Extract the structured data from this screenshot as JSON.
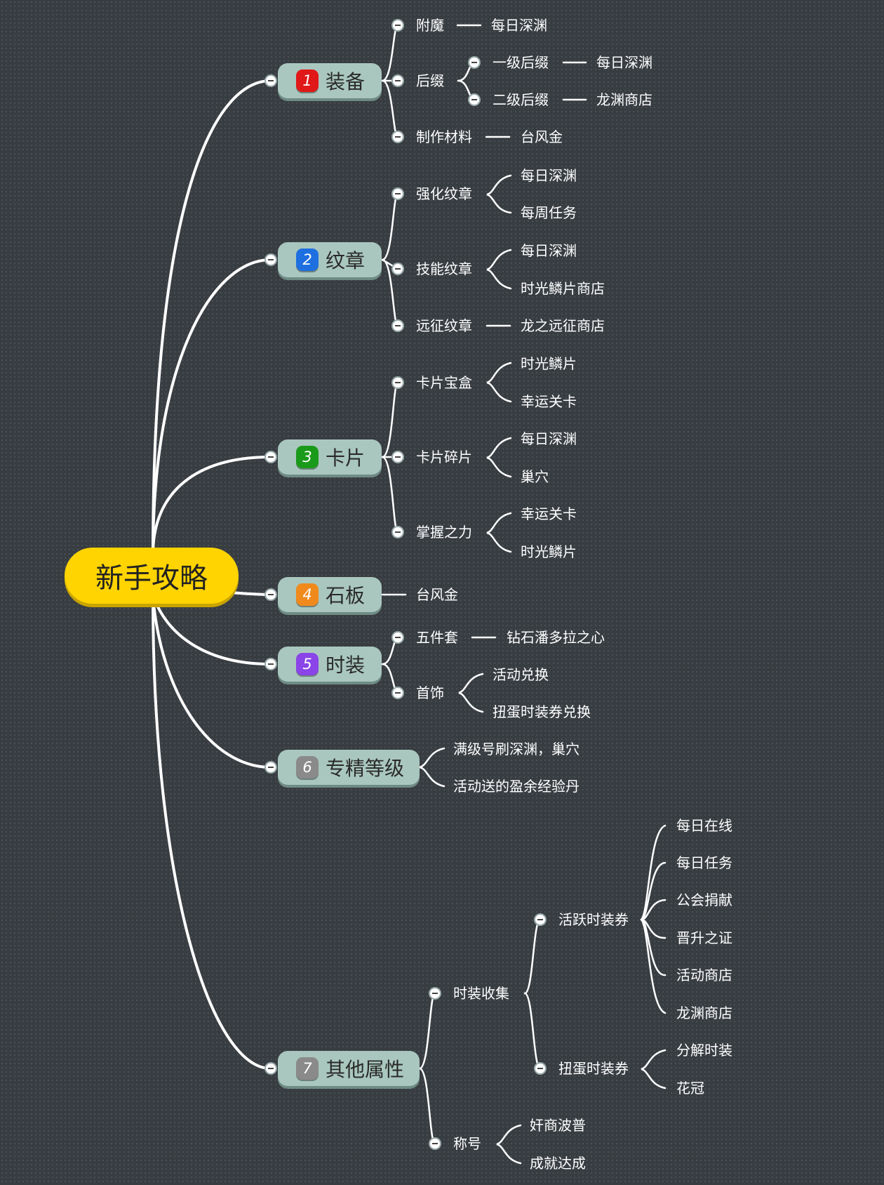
{
  "root": "新手攻略",
  "branches": [
    {
      "num": "1",
      "label": "装备",
      "color": "#e01818"
    },
    {
      "num": "2",
      "label": "纹章",
      "color": "#1e6fe0"
    },
    {
      "num": "3",
      "label": "卡片",
      "color": "#1a9a1a"
    },
    {
      "num": "4",
      "label": "石板",
      "color": "#f08a1c"
    },
    {
      "num": "5",
      "label": "时装",
      "color": "#8a44e8"
    },
    {
      "num": "6",
      "label": "专精等级",
      "color": "#8a8a8a"
    },
    {
      "num": "7",
      "label": "其他属性",
      "color": "#8a8a8a"
    }
  ],
  "nodes": [
    {
      "id": "fumo",
      "text": "附魔"
    },
    {
      "id": "fumo_src",
      "text": "每日深渊"
    },
    {
      "id": "houzhui",
      "text": "后缀"
    },
    {
      "id": "hz1",
      "text": "一级后缀"
    },
    {
      "id": "hz1_src",
      "text": "每日深渊"
    },
    {
      "id": "hz2",
      "text": "二级后缀"
    },
    {
      "id": "hz2_src",
      "text": "龙渊商店"
    },
    {
      "id": "zhizuo",
      "text": "制作材料"
    },
    {
      "id": "zhizuo_src",
      "text": "台风金"
    },
    {
      "id": "qhwz",
      "text": "强化纹章"
    },
    {
      "id": "qhwz_a",
      "text": "每日深渊"
    },
    {
      "id": "qhwz_b",
      "text": "每周任务"
    },
    {
      "id": "jnwz",
      "text": "技能纹章"
    },
    {
      "id": "jnwz_a",
      "text": "每日深渊"
    },
    {
      "id": "jnwz_b",
      "text": "时光鳞片商店"
    },
    {
      "id": "yzwz",
      "text": "远征纹章"
    },
    {
      "id": "yzwz_src",
      "text": "龙之远征商店"
    },
    {
      "id": "kpbh",
      "text": "卡片宝盒"
    },
    {
      "id": "kpbh_a",
      "text": "时光鳞片"
    },
    {
      "id": "kpbh_b",
      "text": "幸运关卡"
    },
    {
      "id": "kpsp",
      "text": "卡片碎片"
    },
    {
      "id": "kpsp_a",
      "text": "每日深渊"
    },
    {
      "id": "kpsp_b",
      "text": "巢穴"
    },
    {
      "id": "zwzl",
      "text": "掌握之力"
    },
    {
      "id": "zwzl_a",
      "text": "幸运关卡"
    },
    {
      "id": "zwzl_b",
      "text": "时光鳞片"
    },
    {
      "id": "shiban_src",
      "text": "台风金"
    },
    {
      "id": "wjt",
      "text": "五件套"
    },
    {
      "id": "wjt_src",
      "text": "钻石潘多拉之心"
    },
    {
      "id": "shoushi",
      "text": "首饰"
    },
    {
      "id": "ss_a",
      "text": "活动兑换"
    },
    {
      "id": "ss_b",
      "text": "扭蛋时装券兑换"
    },
    {
      "id": "zj_a",
      "text": "满级号刷深渊，巢穴"
    },
    {
      "id": "zj_b",
      "text": "活动送的盈余经验丹"
    },
    {
      "id": "szsj",
      "text": "时装收集"
    },
    {
      "id": "hysz",
      "text": "活跃时装券"
    },
    {
      "id": "hy1",
      "text": "每日在线"
    },
    {
      "id": "hy2",
      "text": "每日任务"
    },
    {
      "id": "hy3",
      "text": "公会捐献"
    },
    {
      "id": "hy4",
      "text": "晋升之证"
    },
    {
      "id": "hy5",
      "text": "活动商店"
    },
    {
      "id": "hy6",
      "text": "龙渊商店"
    },
    {
      "id": "ndsz",
      "text": "扭蛋时装券"
    },
    {
      "id": "nd1",
      "text": "分解时装"
    },
    {
      "id": "nd2",
      "text": "花冠"
    },
    {
      "id": "chenghao",
      "text": "称号"
    },
    {
      "id": "ch1",
      "text": "奸商波普"
    },
    {
      "id": "ch2",
      "text": "成就达成"
    }
  ]
}
